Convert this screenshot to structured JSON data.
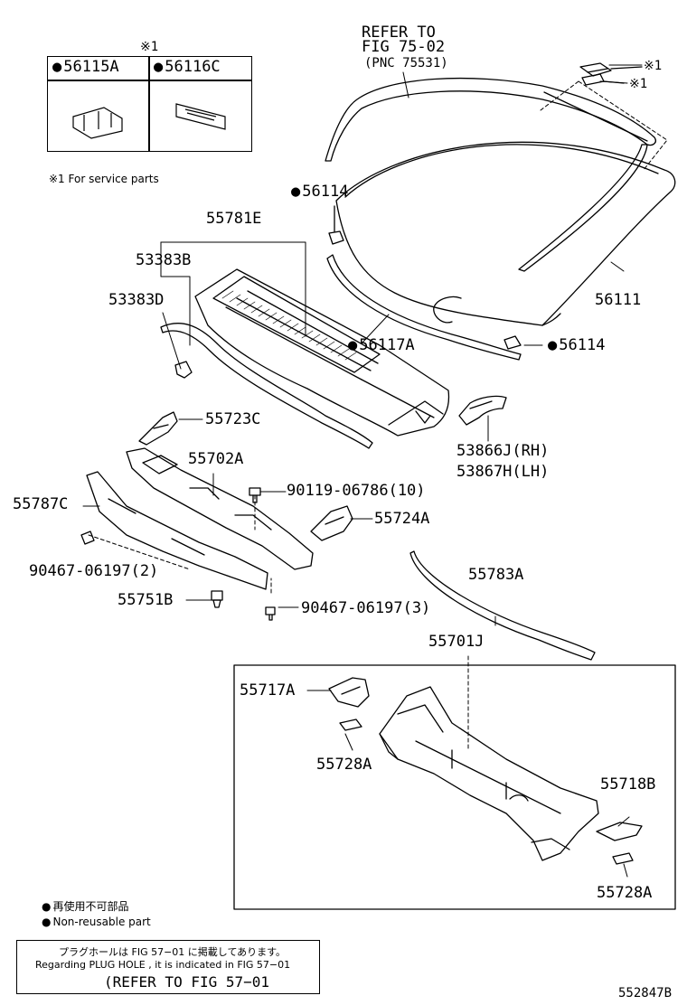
{
  "inset_box": {
    "mark": "※1",
    "parts": [
      "56115A",
      "56116C"
    ],
    "service_note": "※1 For service parts"
  },
  "refer_to": {
    "line1": "REFER TO",
    "line2": "FIG 75-02",
    "line3": "(PNC 75531)"
  },
  "service_marks": [
    "※1",
    "※1"
  ],
  "labels": {
    "p56114_top": "56114",
    "p55781E": "55781E",
    "p53383B": "53383B",
    "p53383D": "53383D",
    "p56111": "56111",
    "p56117A": "56117A",
    "p56114_bottom": "56114",
    "p55723C": "55723C",
    "p53866J": "53866J(RH)",
    "p53867H": "53867H(LH)",
    "p55702A": "55702A",
    "p90119": "90119-06786(10)",
    "p55787C": "55787C",
    "p55724A": "55724A",
    "p90467_2": "90467-06197(2)",
    "p55751B": "55751B",
    "p90467_3": "90467-06197(3)",
    "p55783A": "55783A",
    "p55701J": "55701J",
    "p55717A": "55717A",
    "p55728A_left": "55728A",
    "p55718B": "55718B",
    "p55728A_right": "55728A"
  },
  "legend": {
    "jp": "再使用不可部品",
    "en": "Non-reusable part"
  },
  "plug_hole_box": {
    "jp": "プラグホールは FIG 57−01 に掲載してあります。",
    "en": "Regarding PLUG HOLE , it is indicated in FIG 57−01",
    "main": "(REFER TO FIG 57−01"
  },
  "figure_code": "552847B"
}
